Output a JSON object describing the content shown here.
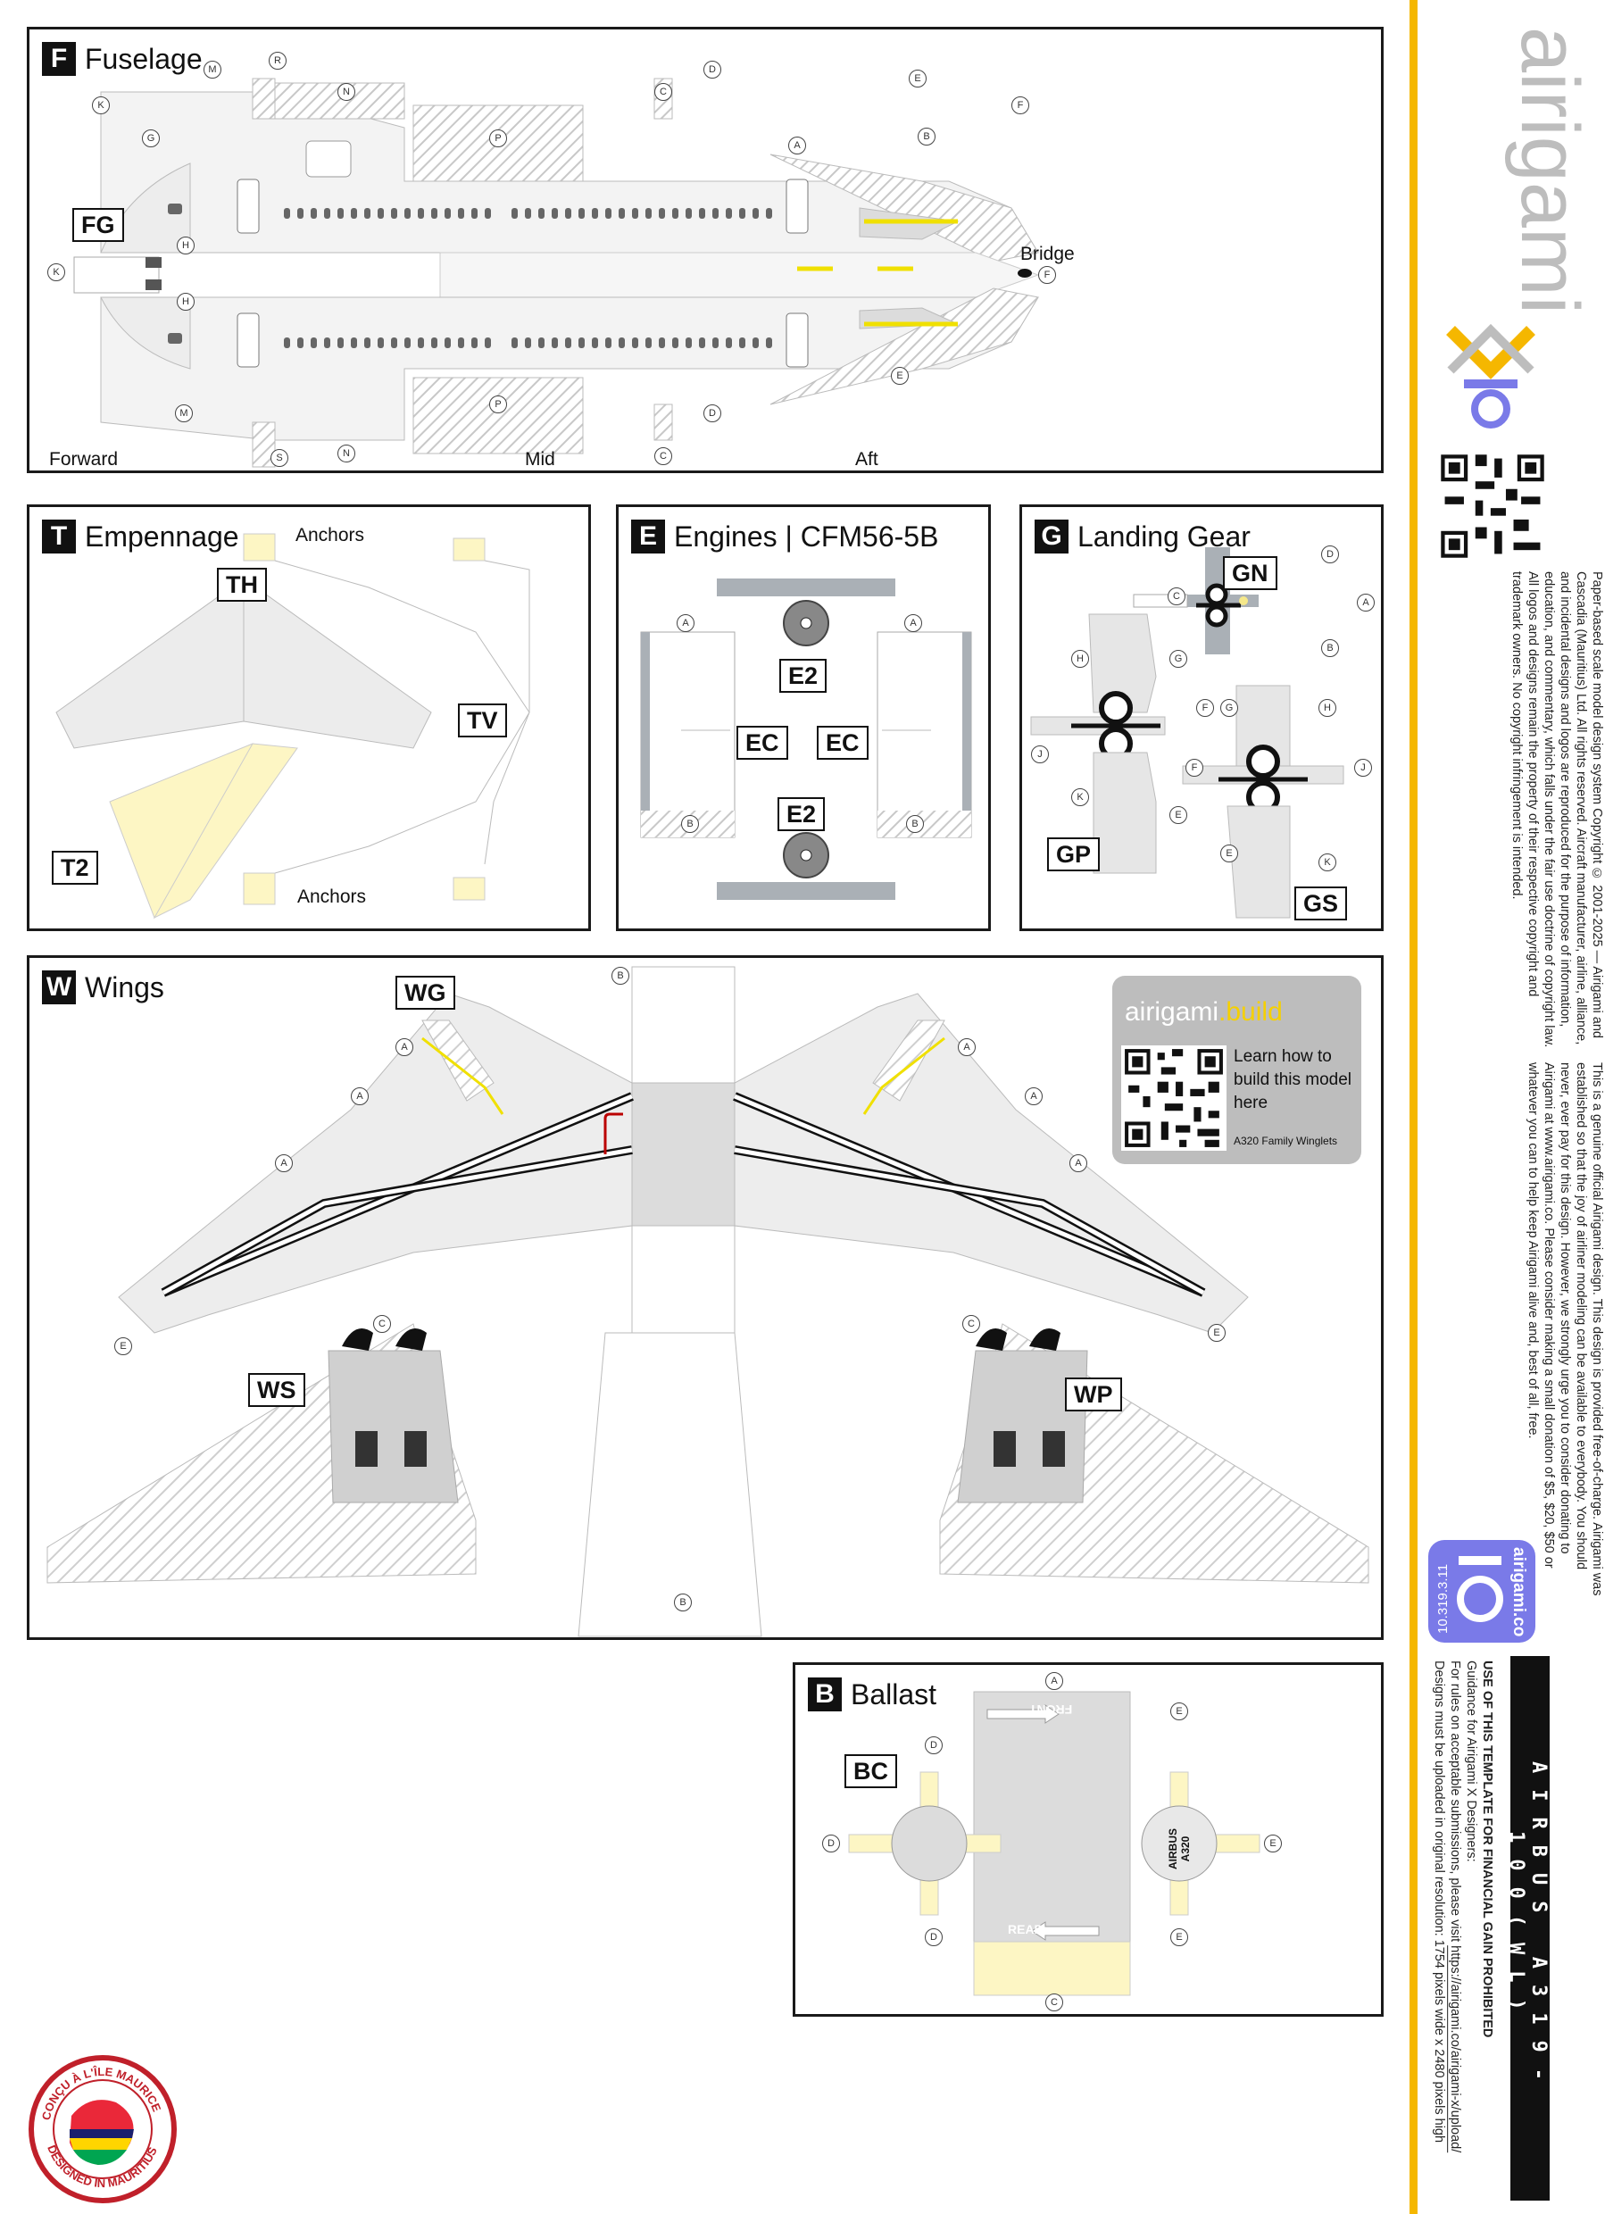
{
  "fuselage": {
    "letter": "F",
    "title": "Fuselage",
    "tag_fg": "FG",
    "label_forward": "Forward",
    "label_mid": "Mid",
    "label_aft": "Aft",
    "label_bridge": "Bridge",
    "circles": [
      "M",
      "R",
      "K",
      "N",
      "C",
      "D",
      "E",
      "F",
      "G",
      "P",
      "A",
      "B",
      "H",
      "K",
      "H",
      "M",
      "S",
      "N",
      "P",
      "C",
      "D",
      "E",
      "F"
    ]
  },
  "empennage": {
    "letter": "T",
    "title": "Empennage",
    "tag_th": "TH",
    "tag_tv": "TV",
    "tag_t2": "T2",
    "anchors_top": "Anchors",
    "anchors_bottom": "Anchors"
  },
  "engines": {
    "letter": "E",
    "title": "Engines | CFM56-5B",
    "tag_e2_top": "E2",
    "tag_e2_bottom": "E2",
    "tag_ec_left": "EC",
    "tag_ec_right": "EC",
    "circles": [
      "A",
      "A",
      "B",
      "B"
    ]
  },
  "landing_gear": {
    "letter": "G",
    "title": "Landing Gear",
    "tag_gn": "GN",
    "tag_gp": "GP",
    "tag_gs": "GS",
    "circles": [
      "D",
      "C",
      "A",
      "B",
      "H",
      "G",
      "F",
      "J",
      "K",
      "E",
      "F",
      "G",
      "H",
      "J",
      "E",
      "K"
    ]
  },
  "wings": {
    "letter": "W",
    "title": "Wings",
    "tag_wg": "WG",
    "tag_ws": "WS",
    "tag_wp": "WP",
    "circles": [
      "B",
      "A",
      "A",
      "A",
      "A",
      "A",
      "A",
      "C",
      "C",
      "E",
      "E",
      "B"
    ]
  },
  "promo": {
    "brand_main": "airigami",
    "brand_suffix": ".build",
    "learn": "Learn how to build this model here",
    "family": "A320 Family Winglets"
  },
  "ballast": {
    "letter": "B",
    "title": "Ballast",
    "tag_bc": "BC",
    "front": "FRONT",
    "rear": "REAR",
    "disk_text": "AIRBUS A320",
    "circles": [
      "A",
      "E",
      "D",
      "D",
      "E",
      "D",
      "E",
      "C"
    ]
  },
  "sidebar": {
    "brand": "airigamiXio",
    "copyright": "Paper-based scale model design system Copyright © 2001-2025 — Airigami and Cascadia (Mauritius) Ltd. All rights reserved. Aircraft manufacturer, airline, alliance, and incidental designs and logos are reproduced for the purpose of information, education, and commentary, which falls under the fair use doctrine of copyright law. All logos and designs remain the property of their respective copyright and trademark owners. No copyright infringement is intended.",
    "donation": "This is a genuine official Airigami design. This design is provided free-of-charge. Airigami was established so that the joy of airliner modeling can be available to everybody. You should never, ever pay for this design. However, we strongly urge you to consider donating to Airigami at www.airigami.co. Please consider making a small donation of $5, $20, $50 or whatever you can to help keep Airigami alive and, best of all, free.",
    "version": "10.319.3.11",
    "site": "airigami.co",
    "use_title": "USE OF THIS TEMPLATE FOR FINANCIAL GAIN PROHIBITED",
    "use_line1": "Guidance for Airigami X Designers:",
    "use_line2": "For rules on acceptable submissions, please visit",
    "use_link": "https://airigami.co/airigami-x/upload/",
    "use_line3": "Designs must be uploaded in original resolution: 1754 pixels wide x 2480 pixels high",
    "registration": "AIRBUS A319-100(WL)"
  },
  "seal": {
    "top_text": "CONÇU À L'ÎLE MAURICE",
    "bottom_text": "DESIGNED IN MAURITIUS"
  },
  "colors": {
    "accent_yellow": "#f5b700",
    "brand_grey": "#bdbdbd",
    "lozenge": "#7a7ae8",
    "part_grey": "#e6e6e6",
    "anchor_yellow": "#fdf6c4"
  }
}
